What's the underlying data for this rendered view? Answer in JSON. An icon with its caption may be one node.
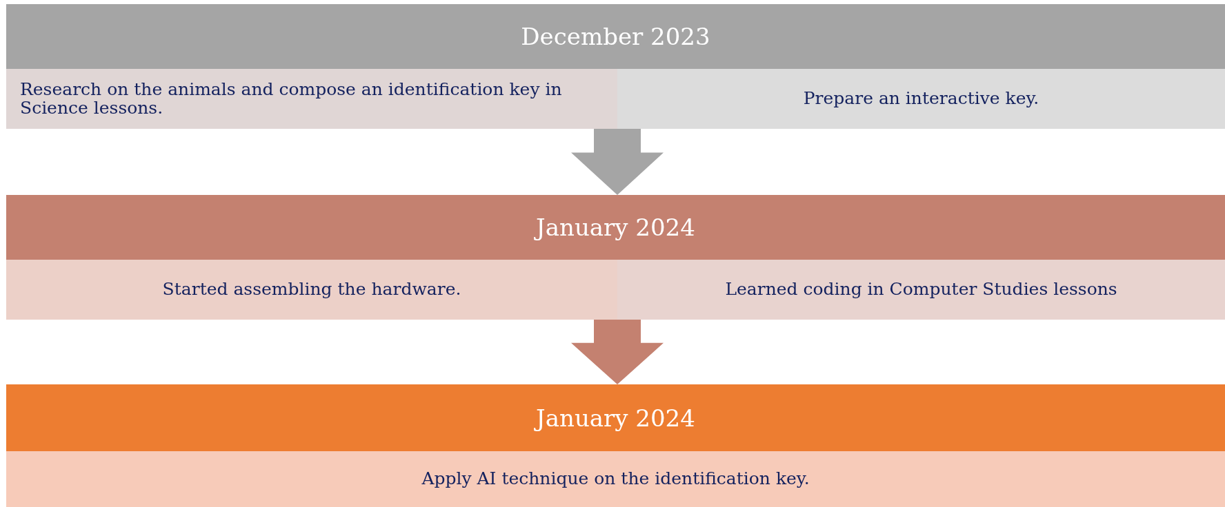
{
  "diagram": {
    "nodes": [
      {
        "text": [
          "December 2023"
        ]
      },
      {
        "text": [
          "Research on the animals and compose an identification key in Science lessons."
        ]
      },
      {
        "text": [
          "Prepare an interactive key."
        ]
      },
      {
        "text": [
          "January 2024"
        ]
      },
      {
        "text": [
          "Started assembling the hardware."
        ]
      },
      {
        "text": [
          "Learned coding in Computer Studies lessons"
        ]
      },
      {
        "text": [
          "January 2024"
        ]
      },
      {
        "text": [
          "Apply AI technique on the identification key."
        ]
      }
    ],
    "edges": [
      {
        "from": 1,
        "to": 3,
        "arrow": "to"
      },
      {
        "from": 2,
        "to": 3,
        "arrow": "to"
      },
      {
        "from": 4,
        "to": 6,
        "arrow": "to"
      },
      {
        "from": 5,
        "to": 6,
        "arrow": "to"
      }
    ]
  }
}
